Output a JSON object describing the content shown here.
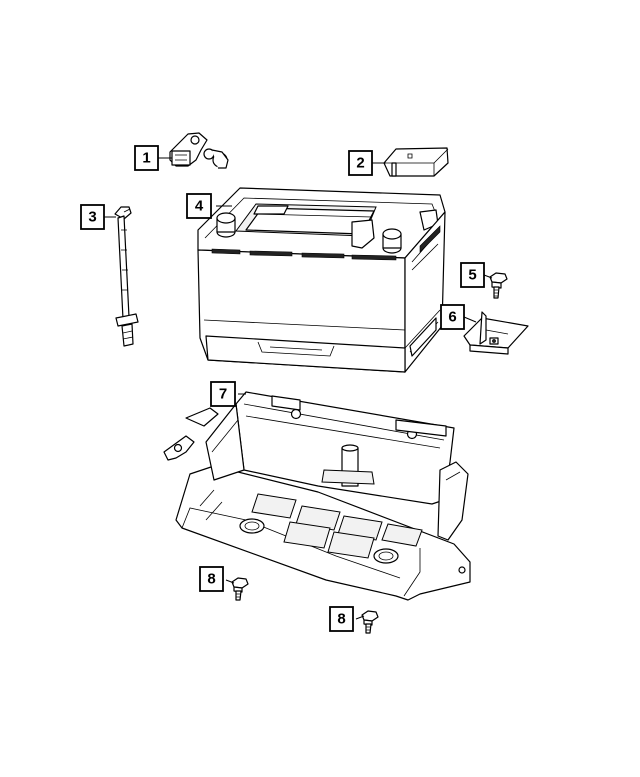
{
  "callouts": [
    {
      "label": "1",
      "part": "battery-sensor"
    },
    {
      "label": "2",
      "part": "battery-cover"
    },
    {
      "label": "3",
      "part": "hold-down-rod"
    },
    {
      "label": "4",
      "part": "battery"
    },
    {
      "label": "5",
      "part": "bolt"
    },
    {
      "label": "6",
      "part": "battery-clamp"
    },
    {
      "label": "7",
      "part": "battery-tray"
    },
    {
      "label": "8",
      "part": "bolt"
    },
    {
      "label": "8",
      "part": "bolt"
    }
  ]
}
